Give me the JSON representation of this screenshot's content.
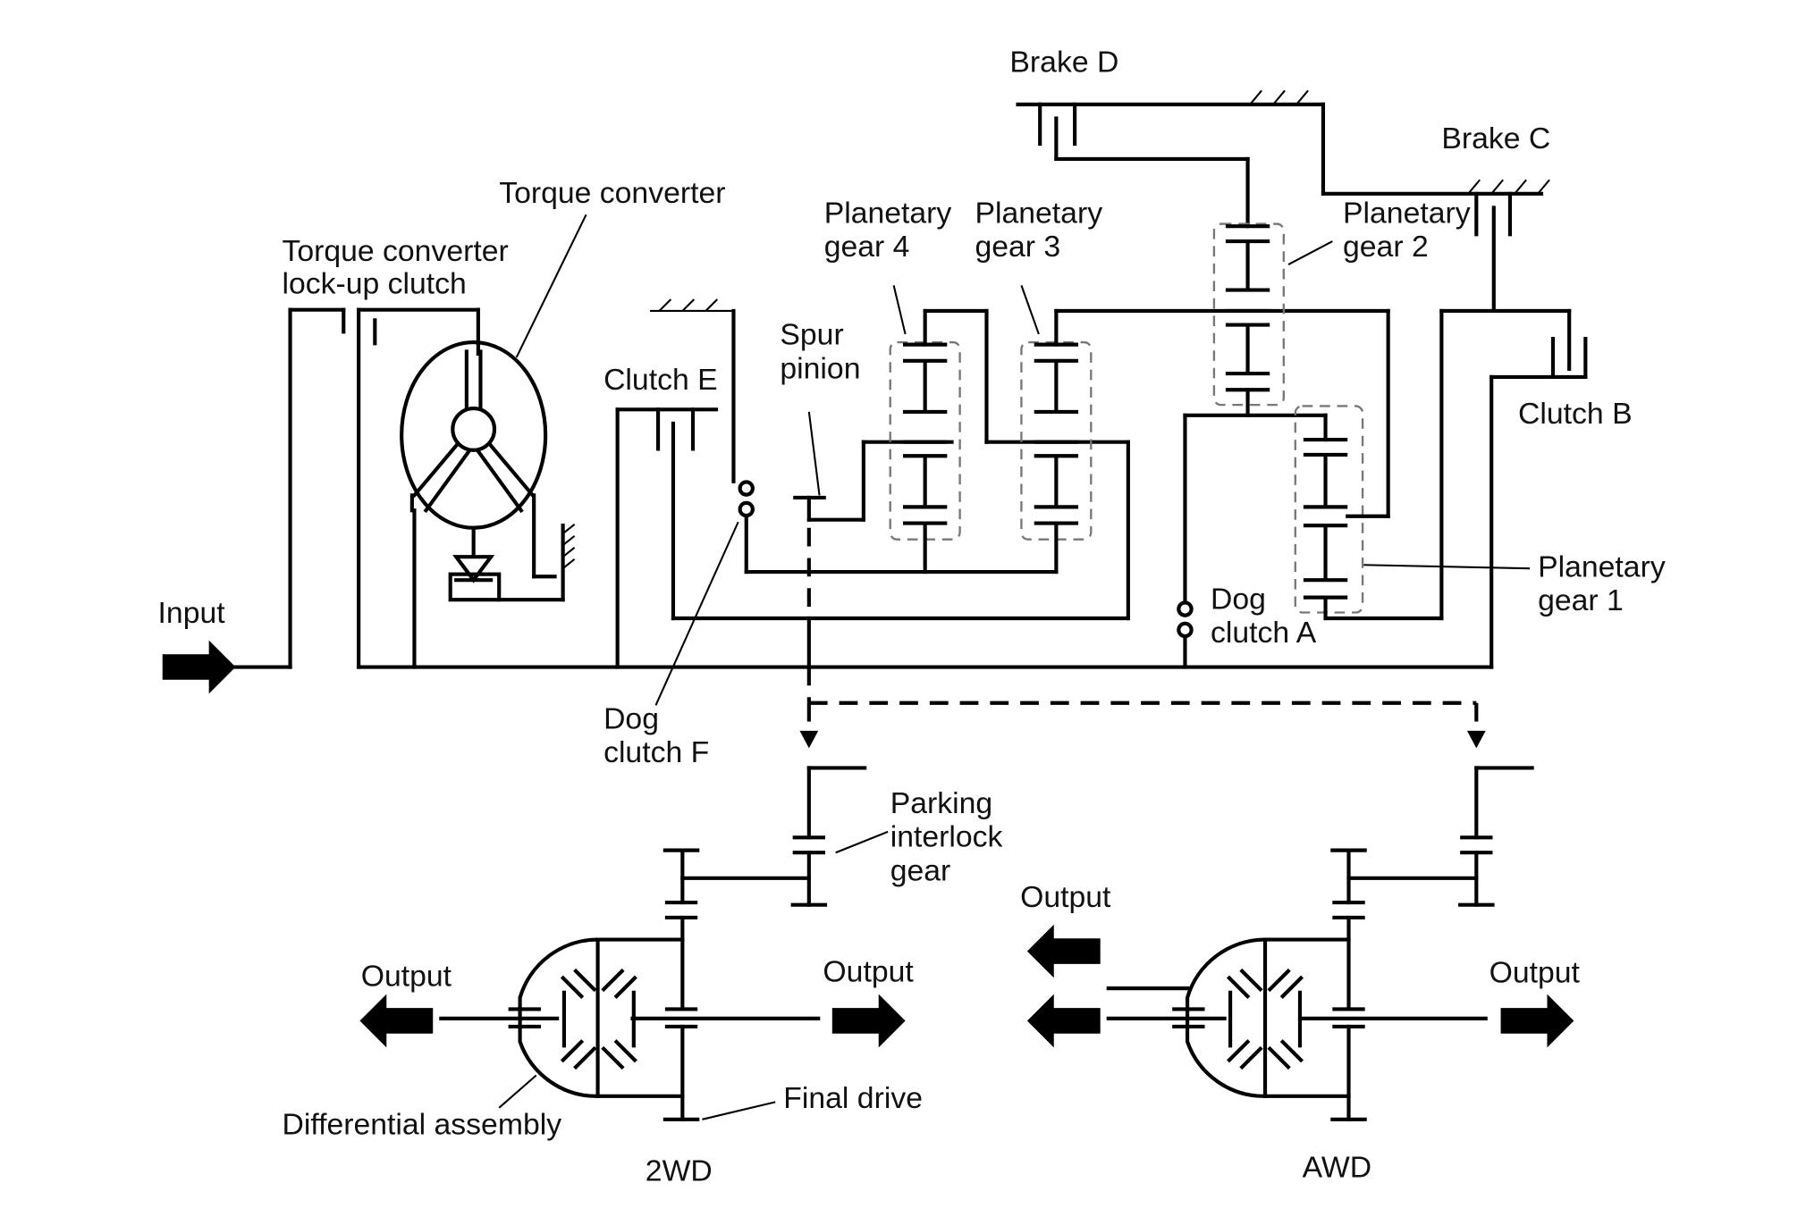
{
  "labels": {
    "brake_d": "Brake D",
    "brake_c": "Brake C",
    "torque_converter": "Torque converter",
    "lockup_line1": "Torque converter",
    "lockup_line2": "lock-up clutch",
    "pg4_line1": "Planetary",
    "pg4_line2": "gear 4",
    "pg3_line1": "Planetary",
    "pg3_line2": "gear 3",
    "pg2_line1": "Planetary",
    "pg2_line2": "gear 2",
    "pg1_line1": "Planetary",
    "pg1_line2": "gear 1",
    "spur_line1": "Spur",
    "spur_line2": "pinion",
    "clutch_e": "Clutch E",
    "clutch_b": "Clutch B",
    "input": "Input",
    "dog_a_line1": "Dog",
    "dog_a_line2": "clutch A",
    "dog_f_line1": "Dog",
    "dog_f_line2": "clutch F",
    "parking_line1": "Parking",
    "parking_line2": "interlock",
    "parking_line3": "gear",
    "output_2wd_left": "Output",
    "output_2wd_right": "Output",
    "output_awd_top": "Output",
    "output_awd_right": "Output",
    "differential": "Differential assembly",
    "final_drive": "Final drive",
    "variant_2wd": "2WD",
    "variant_awd": "AWD"
  }
}
